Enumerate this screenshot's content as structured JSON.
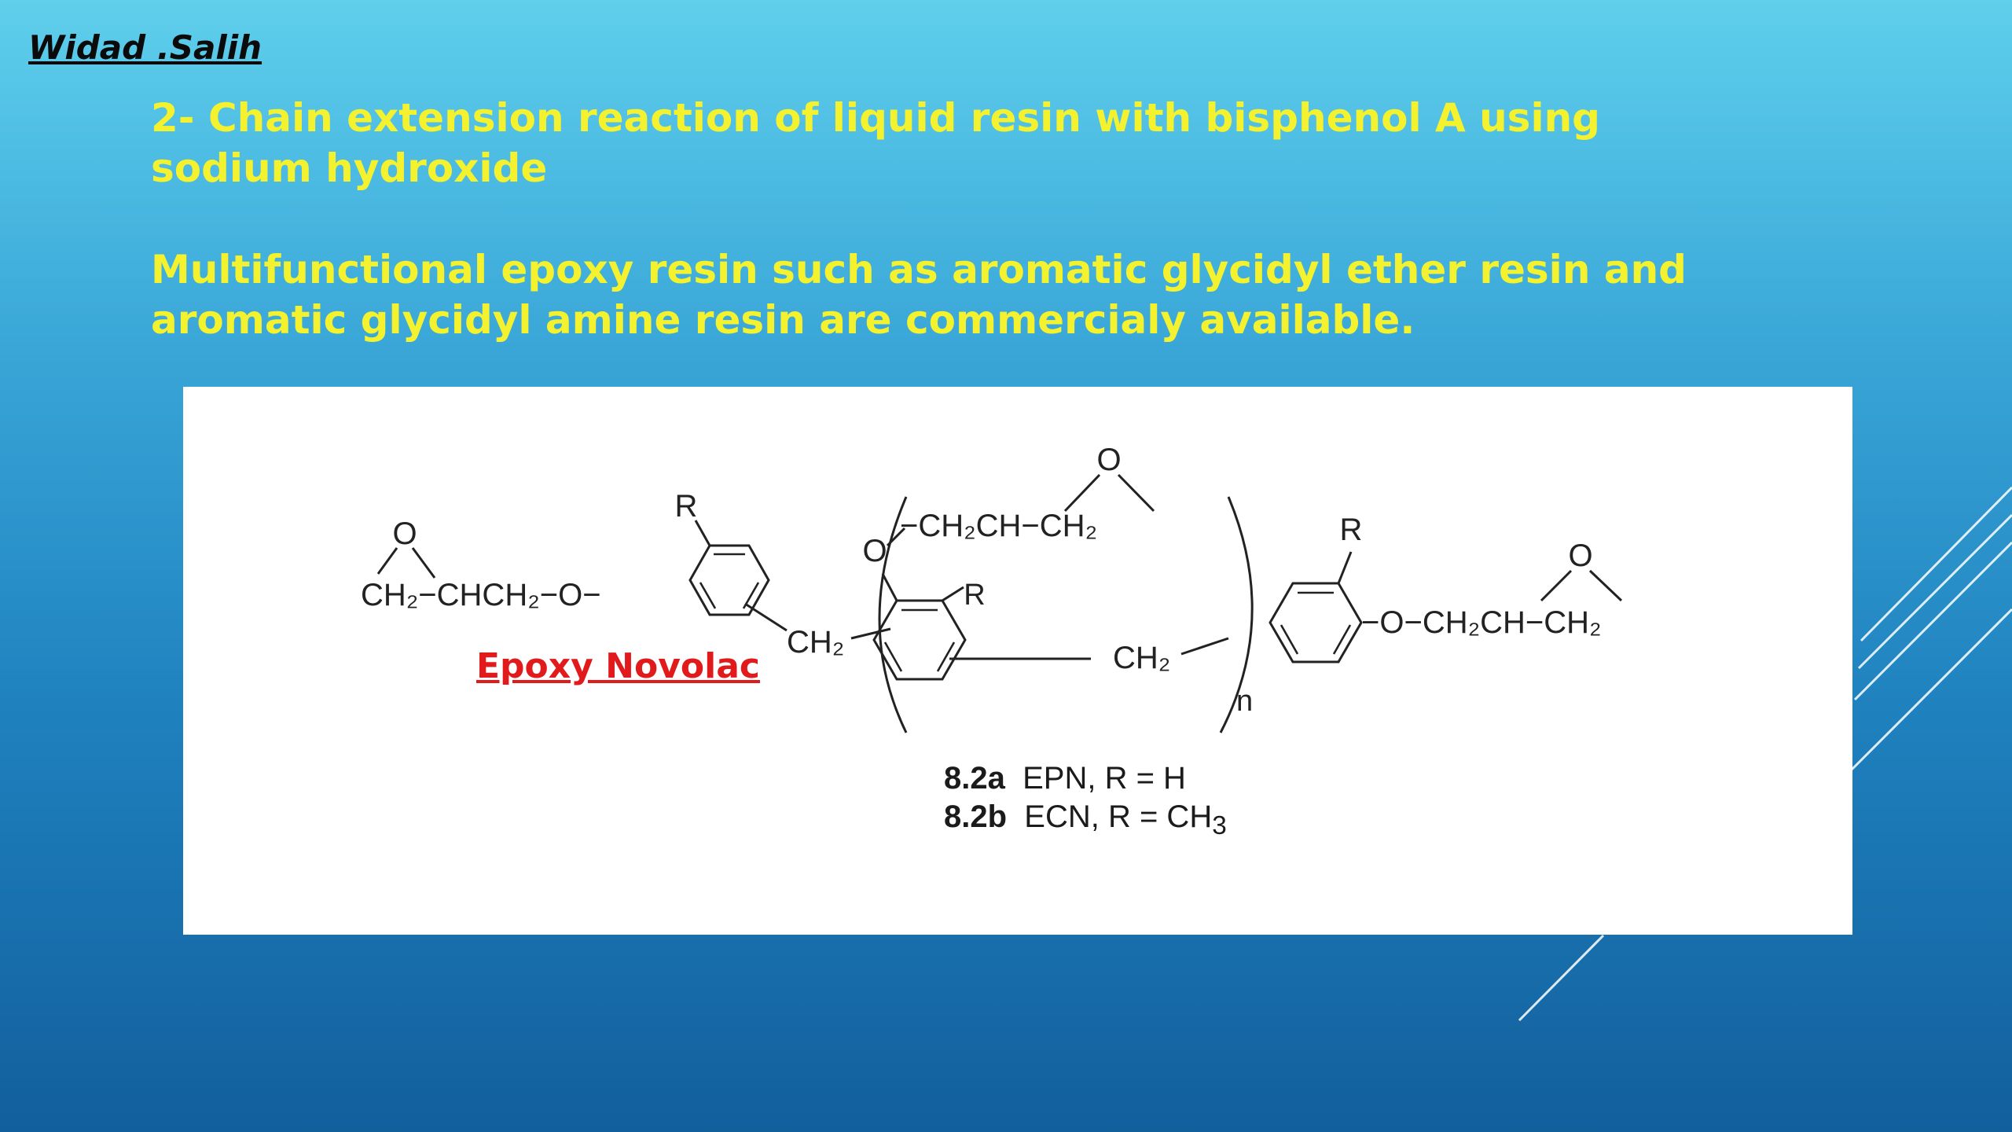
{
  "slide": {
    "author": "Widad .Salih",
    "heading_1": "2- Chain extension reaction of liquid resin with bisphenol A using sodium hydroxide",
    "heading_2": "Multifunctional epoxy resin such as aromatic glycidyl ether resin and aromatic glycidyl amine resin are commercialy available."
  },
  "figure": {
    "highlight_label": "Epoxy Novolac",
    "caption_line_1": {
      "id": "8.2a",
      "text": "EPN, R = H"
    },
    "caption_line_2": {
      "id": "8.2b",
      "text": "ECN,  R = CH",
      "subscript": "3"
    },
    "structure_labels": {
      "oxygen": "O",
      "substituent": "R",
      "left_chain": "CH₂−CHCH₂−O−",
      "methylene": "CH₂",
      "repeat": "n",
      "right_chain": "−O−CH₂CH−CH₂",
      "pendant_chain": "−CH₂CH−CH₂"
    }
  },
  "colors": {
    "heading": "#f4f22e",
    "author": "#0b0b0b",
    "label_red": "#e11b1b",
    "figure_bg": "#ffffff"
  }
}
